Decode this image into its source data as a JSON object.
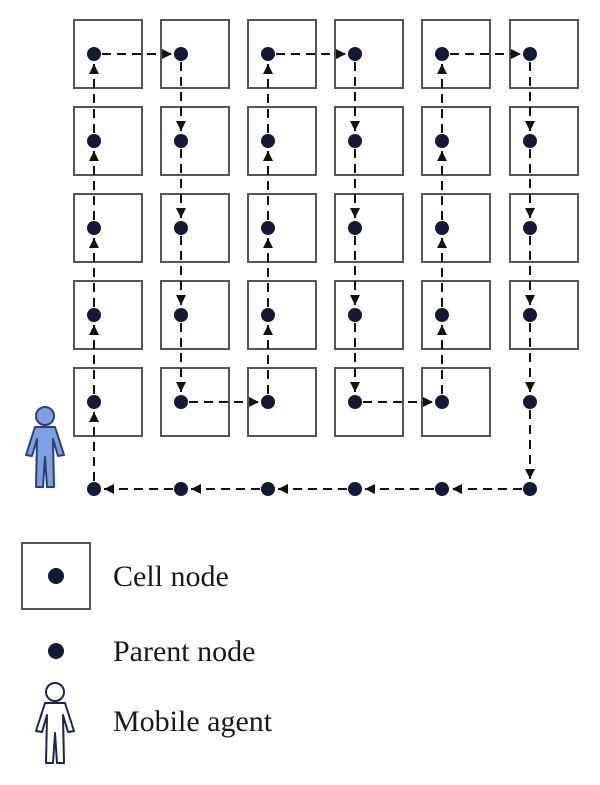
{
  "colors": {
    "node": "#141a33",
    "cell_border": "#555555",
    "path": "#111111",
    "agent_fill": "#7ea0e0",
    "agent_stroke": "#2a3f7a"
  },
  "icons": {
    "mobile_agent": "person-icon",
    "cell_node": "square-with-dot-icon",
    "parent_node": "dot-icon"
  },
  "grid": {
    "columns": 6,
    "rows": 5
  },
  "legend": {
    "cell_node_label": "Cell node",
    "parent_node_label": "Parent node",
    "mobile_agent_label": "Mobile agent"
  }
}
